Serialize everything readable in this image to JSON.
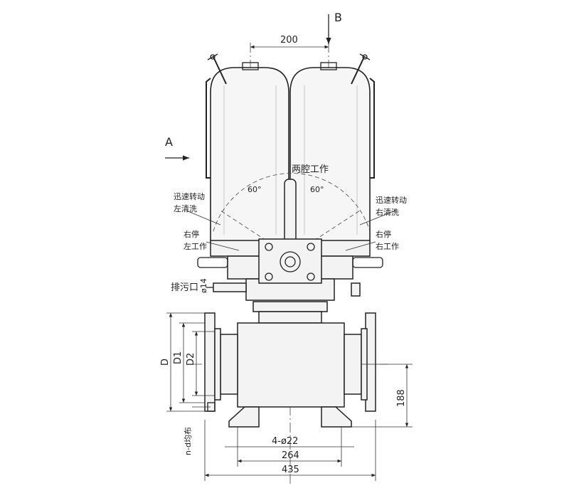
{
  "view_labels": {
    "top": "B",
    "side": "A"
  },
  "dimensions": {
    "tank_spacing": "200",
    "overall_width": "435",
    "mount_spacing": "264",
    "bolt_holes": "4-ø22",
    "height_188": "188",
    "flange_d": "D",
    "flange_d1": "D1",
    "flange_d2": "D2",
    "flange_bolts": "n-d均布",
    "drain_size": "ø14"
  },
  "annotations": {
    "both_working": "两腔工作",
    "angle_left": "60°",
    "angle_right": "60°",
    "left_clean_line1": "迅速转动",
    "left_clean_line2": "左清洗",
    "right_clean_line1": "迅速转动",
    "right_clean_line2": "右清洗",
    "right_stop_line1": "右停",
    "right_stop_line2": "右工作",
    "left_stop_line1": "右停",
    "left_stop_line2": "左工作",
    "drain_port": "排污口"
  }
}
